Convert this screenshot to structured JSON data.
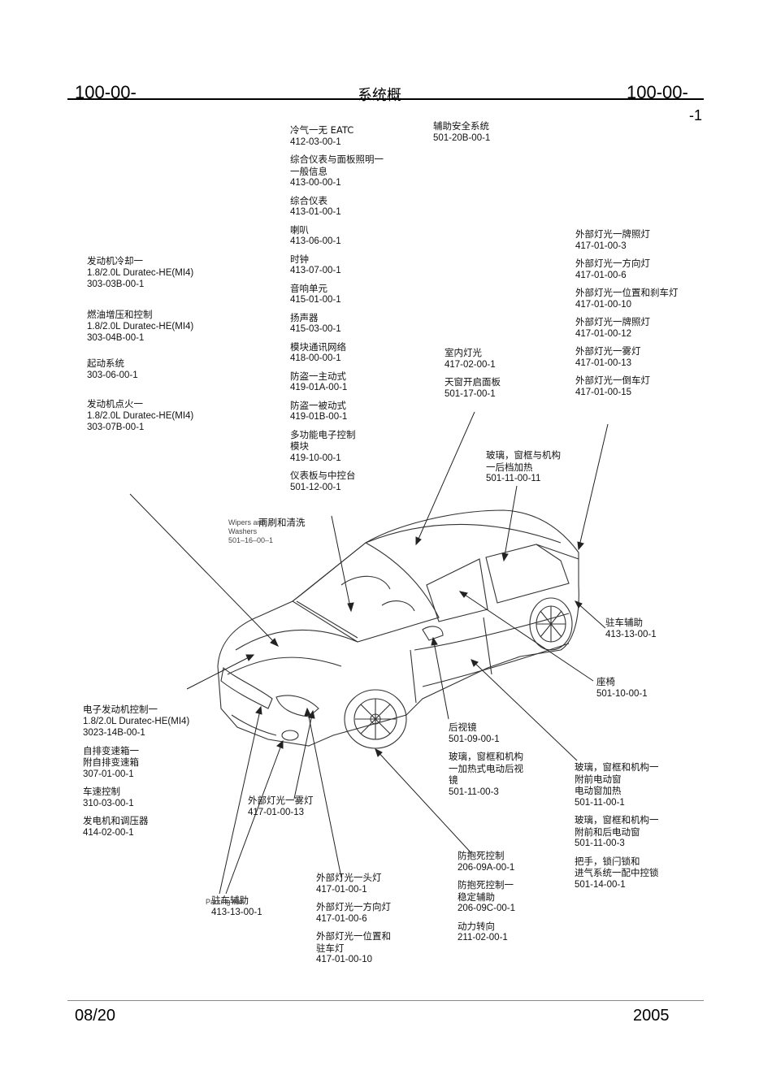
{
  "header": {
    "left_code": "100-00-",
    "title": "系统概",
    "right_code": "100-00-",
    "page_suffix": "-1"
  },
  "footer": {
    "left": "08/20",
    "right": "2005"
  },
  "callouts": {
    "engine_left": [
      {
        "title": "发动机冷却一",
        "sub": "1.8/2.0L Duratec-HE(MI4)",
        "code": "303-03B-00-1"
      },
      {
        "title": "燃油增压和控制",
        "sub": "1.8/2.0L Duratec-HE(MI4)",
        "code": "303-04B-00-1"
      },
      {
        "title": "起动系统",
        "sub": "",
        "code": "303-06-00-1"
      },
      {
        "title": "发动机点火一",
        "sub": "1.8/2.0L Duratec-HE(MI4)",
        "code": "303-07B-00-1"
      }
    ],
    "center_col": [
      {
        "title": "冷气一无 EATC",
        "code": "412-03-00-1"
      },
      {
        "title": "综合仪表与面板照明一",
        "title2": "一般信息",
        "code": "413-00-00-1"
      },
      {
        "title": "综合仪表",
        "code": "413-01-00-1"
      },
      {
        "title": "喇叭",
        "code": "413-06-00-1"
      },
      {
        "title": "时钟",
        "code": "413-07-00-1"
      },
      {
        "title": "音响单元",
        "code": "415-01-00-1"
      },
      {
        "title": "扬声器",
        "code": "415-03-00-1"
      },
      {
        "title": "模块通讯网络",
        "code": "418-00-00-1"
      },
      {
        "title": "防盗一主动式",
        "code": "419-01A-00-1"
      },
      {
        "title": "防盗一被动式",
        "code": "419-01B-00-1"
      },
      {
        "title": "多功能电子控制",
        "title2": "模块",
        "code": "419-10-00-1"
      },
      {
        "title": "仪表板与中控台",
        "code": "501-12-00-1"
      }
    ],
    "srs": {
      "title": "辅助安全系统",
      "code": "501-20B-00-1"
    },
    "interior": [
      {
        "title": "室内灯光",
        "code": "417-02-00-1"
      },
      {
        "title": "天窗开启面板",
        "code": "501-17-00-1"
      }
    ],
    "ext_lights_right": [
      {
        "title": "外部灯光一牌照灯",
        "code": "417-01-00-3"
      },
      {
        "title": "外部灯光一方向灯",
        "code": "417-01-00-6"
      },
      {
        "title": "外部灯光一位置和刹车灯",
        "code": "417-01-00-10"
      },
      {
        "title": "外部灯光一牌照灯",
        "code": "417-01-00-12"
      },
      {
        "title": "外部灯光一雾灯",
        "code": "417-01-00-13"
      },
      {
        "title": "外部灯光一倒车灯",
        "code": "417-01-00-15"
      }
    ],
    "rear_glass": {
      "title": "玻璃，窗框与机构",
      "title2": "一后档加热",
      "code": "501-11-00-11"
    },
    "wipers": {
      "title_cn": "雨刷和清洗",
      "title_en": "Wipers and",
      "title_en2": "Washers",
      "code": "501–16–00–1"
    },
    "parking_aid_right": {
      "title": "驻车辅助",
      "code": "413-13-00-1"
    },
    "seat": {
      "title": "座椅",
      "code": "501-10-00-1"
    },
    "mirror": [
      {
        "title": "后视镜",
        "code": "501-09-00-1"
      },
      {
        "title": "玻璃，窗框和机构",
        "title2": "一加热式电动后视",
        "title3": "镜",
        "code": "501-11-00-3"
      }
    ],
    "glass_right": [
      {
        "title": "玻璃，窗框和机构一",
        "title2": "附前电动窗",
        "title3": "电动窗加热",
        "code": "501-11-00-1"
      },
      {
        "title": "玻璃，窗框和机构一",
        "title2": "附前和后电动窗",
        "code": "501-11-00-3"
      },
      {
        "title": "把手，锁闩锁和",
        "title2": "进气系统一配中控锁",
        "code": "501-14-00-1"
      }
    ],
    "powertrain_left": [
      {
        "title": "电子发动机控制一",
        "sub": "1.8/2.0L Duratec-HE(MI4)",
        "code": "3023-14B-00-1"
      },
      {
        "title": "自排变速箱一",
        "sub": "附自排变速箱",
        "code": "307-01-00-1"
      },
      {
        "title": "车速控制",
        "sub": "",
        "code": "310-03-00-1"
      },
      {
        "title": "发电机和调压器",
        "sub": "",
        "code": "414-02-00-1"
      }
    ],
    "fog_front": {
      "title": "外部灯光一雾灯",
      "code": "417-01-00-13"
    },
    "head_lights": [
      {
        "title": "外部灯光一头灯",
        "code": "417-01-00-1"
      },
      {
        "title": "外部灯光一方向灯",
        "code": "417-01-00-6"
      },
      {
        "title": "外部灯光一位置和",
        "title2": "驻车灯",
        "code": "417-01-00-10"
      }
    ],
    "brakes": [
      {
        "title": "防抱死控制",
        "code": "206-09A-00-1"
      },
      {
        "title": "防抱死控制一",
        "title2": "稳定辅助",
        "code": "206-09C-00-1"
      },
      {
        "title": "动力转向",
        "code": "211-02-00-1"
      }
    ],
    "parking_aid_front": {
      "title_cn": "驻车辅助",
      "title_en": "Parking Aid",
      "code": "413-13-00-1"
    }
  },
  "colors": {
    "ink": "#111111",
    "line": "#222222",
    "rule": "#000000"
  }
}
